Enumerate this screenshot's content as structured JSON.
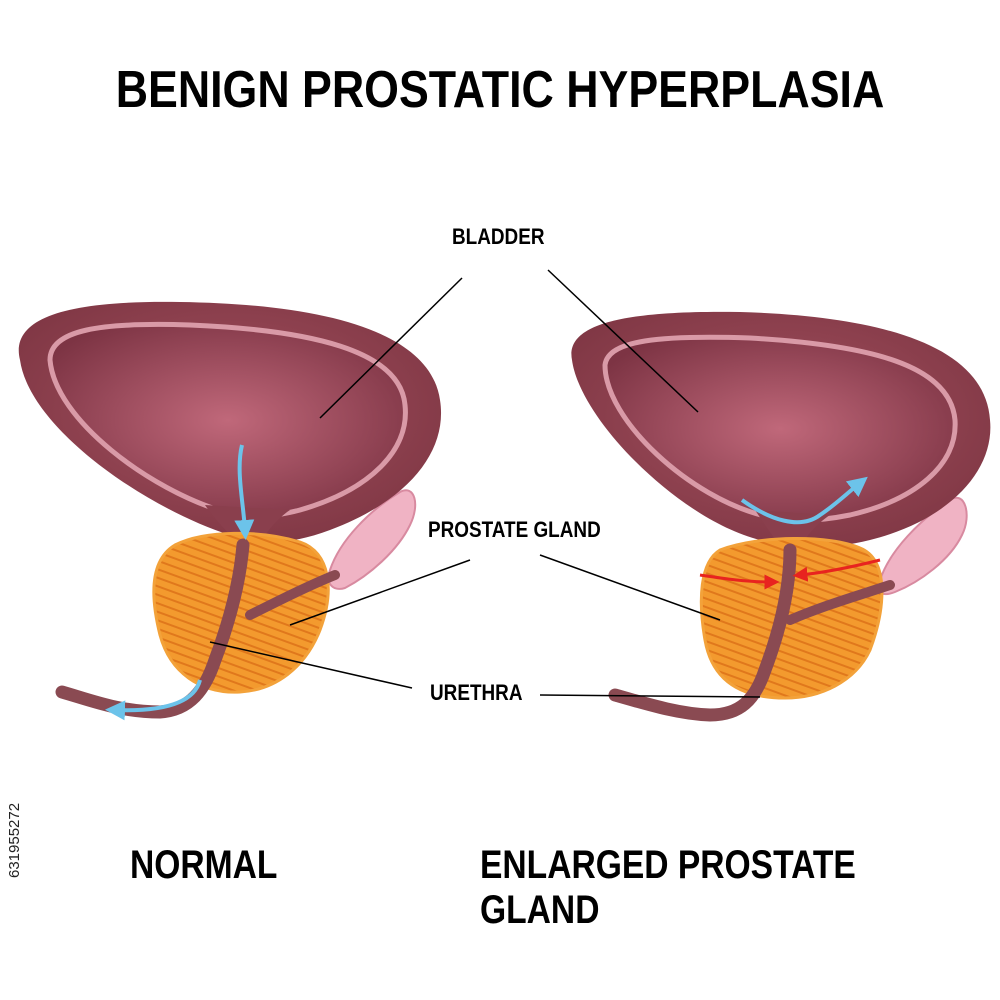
{
  "title": "BENIGN PROSTATIC HYPERPLASIA",
  "labels": {
    "bladder": "BLADDER",
    "prostate_gland": "PROSTATE GLAND",
    "urethra": "URETHRA"
  },
  "captions": {
    "normal": "NORMAL",
    "enlarged": "ENLARGED PROSTATE GLAND"
  },
  "stock_id": "631955272",
  "colors": {
    "bladder_wall": "#8a3f4d",
    "bladder_inner": "#9c4a5a",
    "bladder_lining": "#d99aa7",
    "prostate": "#f39a2e",
    "prostate_stripes": "#e0781c",
    "urethra": "#8a4a52",
    "seminal_vesicle": "#f0b3c4",
    "flow_arrow": "#6cc3ea",
    "compression_arrow": "#e8231f"
  }
}
